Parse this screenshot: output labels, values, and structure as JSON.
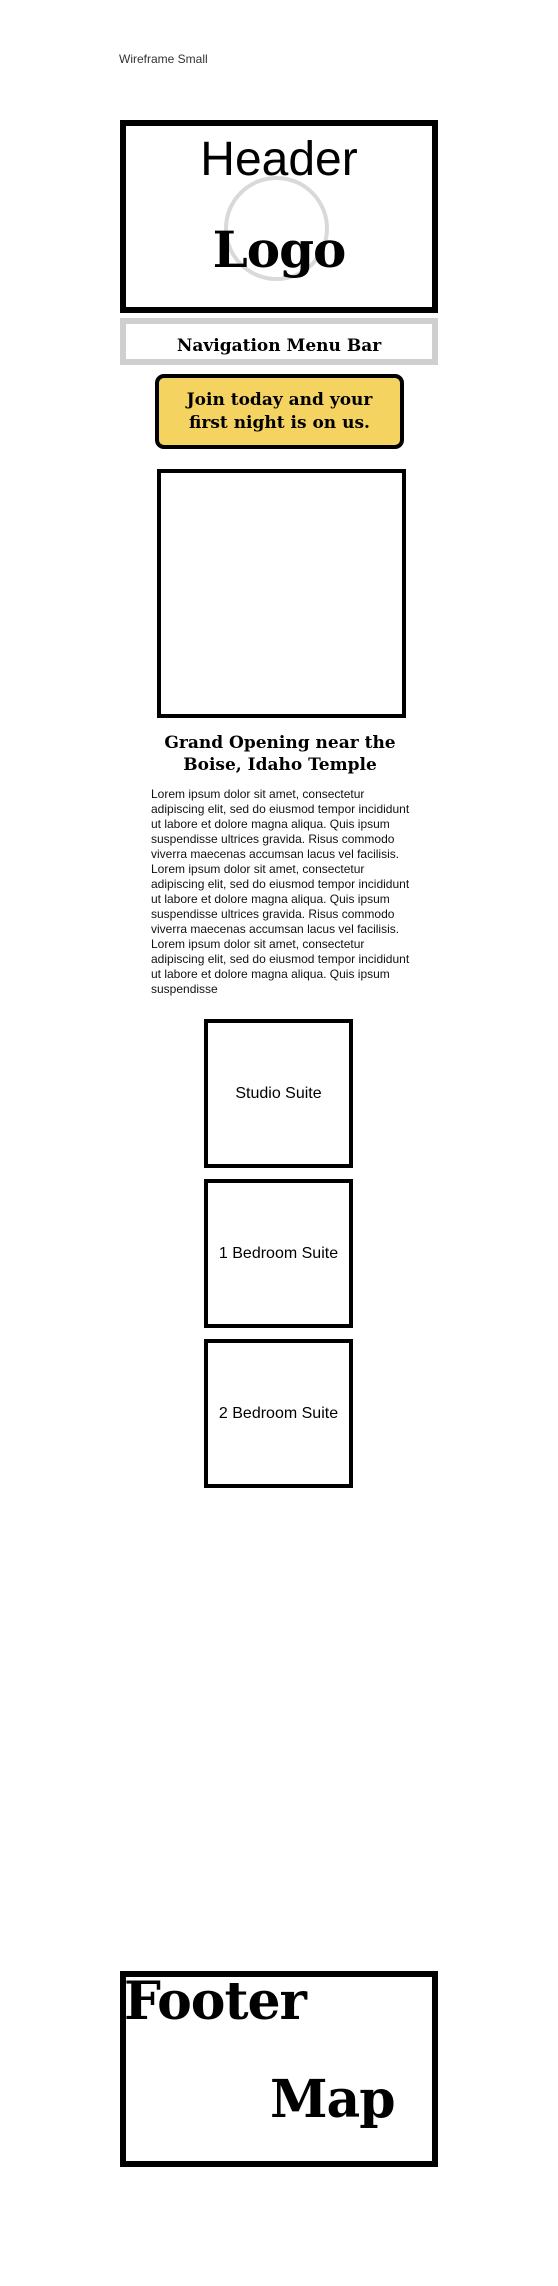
{
  "frame": {
    "title": "Wireframe Small"
  },
  "header": {
    "title": "Header",
    "logo": "Logo"
  },
  "nav": {
    "label": "Navigation Menu Bar"
  },
  "cta": {
    "label": "Join today and your first night is on us."
  },
  "main": {
    "image_placeholder": "",
    "title": "Grand Opening near the Boise, Idaho Temple",
    "body": "Lorem ipsum dolor sit amet, consectetur adipiscing elit, sed do eiusmod tempor incididunt ut labore et dolore magna aliqua. Quis ipsum suspendisse ultrices gravida. Risus commodo viverra maecenas accumsan lacus vel facilisis. Lorem ipsum dolor sit amet, consectetur adipiscing elit, sed do eiusmod tempor incididunt ut labore et dolore magna aliqua. Quis ipsum suspendisse ultrices gravida. Risus commodo viverra maecenas accumsan lacus vel facilisis. Lorem ipsum dolor sit amet, consectetur adipiscing elit, sed do eiusmod tempor incididunt ut labore et dolore magna aliqua. Quis ipsum suspendisse"
  },
  "suites": [
    {
      "label": "Studio Suite"
    },
    {
      "label": "1 Bedroom Suite"
    },
    {
      "label": "2 Bedroom Suite"
    }
  ],
  "footer": {
    "title": "Footer",
    "map": "Map"
  },
  "colors": {
    "cta_background": "#f5d361",
    "border": "#000000",
    "nav_border": "#cfcfcf",
    "logo_circle": "#d9d9d9"
  }
}
